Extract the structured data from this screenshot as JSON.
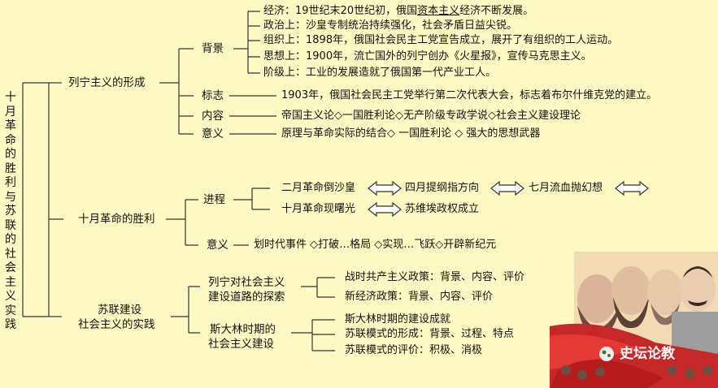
{
  "root": "十月革命的胜利与苏联的社会主义实践",
  "branch1": {
    "label": "列宁主义的形成",
    "background": {
      "label": "背景",
      "economy": {
        "prefix": "经济：19世纪末20世纪初，俄国",
        "underlined": "资本主义",
        "suffix": "经济不断发展。"
      },
      "politics": "政治上：沙皇专制统治持续强化，社会矛盾日益尖锐。",
      "organization": "组织上：1898年，俄国社会民主工党宣告成立，展开了有组织的工人运动。",
      "thought": "思想上：1900年，流亡国外的列宁创办《火星报》，宣传马克思主义。",
      "class": "阶级上：工业的发展造就了俄国第一代产业工人。"
    },
    "sign": {
      "label": "标志",
      "text": "1903年，俄国社会民主工党举行第二次代表大会，标志着布尔什维克党的建立。"
    },
    "content": {
      "label": "内容",
      "text": "帝国主义论◇一国胜利论◇无产阶级专政学说◇社会主义建设理论"
    },
    "meaning": {
      "label": "意义",
      "text": "原理与革命实际的结合◇ 一国胜利论 ◇ 强大的思想武器"
    }
  },
  "branch2": {
    "label": "十月革命的胜利",
    "process": {
      "label": "进程",
      "step1": "二月革命倒沙皇",
      "step2": "四月提纲指方向",
      "step3": "七月流血抛幻想",
      "step4": "十月革命现曙光",
      "step5": "苏维埃政权成立"
    },
    "meaning": {
      "label": "意义",
      "text": "划时代事件 ◇打破…格局 ◇实现…飞跃◇开辟新纪元"
    }
  },
  "branch3": {
    "label_line1": "苏联建设",
    "label_line2": "社会主义的实践",
    "lenin": {
      "label_line1": "列宁对社会主义",
      "label_line2": "建设道路的探索",
      "item1": "战时共产主义政策：背景、内容、评价",
      "item2": "新经济政策：背景、内容、评价"
    },
    "stalin": {
      "label_line1": "斯大林时期的",
      "label_line2": "社会主义建设",
      "item1": "斯大林时期的建设成就",
      "item2": "苏联模式的形成：背景、过程、特点",
      "item3": "苏联模式的评价：积极、消极"
    }
  },
  "watermark": "史坛论教",
  "colors": {
    "background": "#fff9c4",
    "line": "#333333",
    "arrow_fill": "#ffffff",
    "banner_red": "#c62828"
  }
}
